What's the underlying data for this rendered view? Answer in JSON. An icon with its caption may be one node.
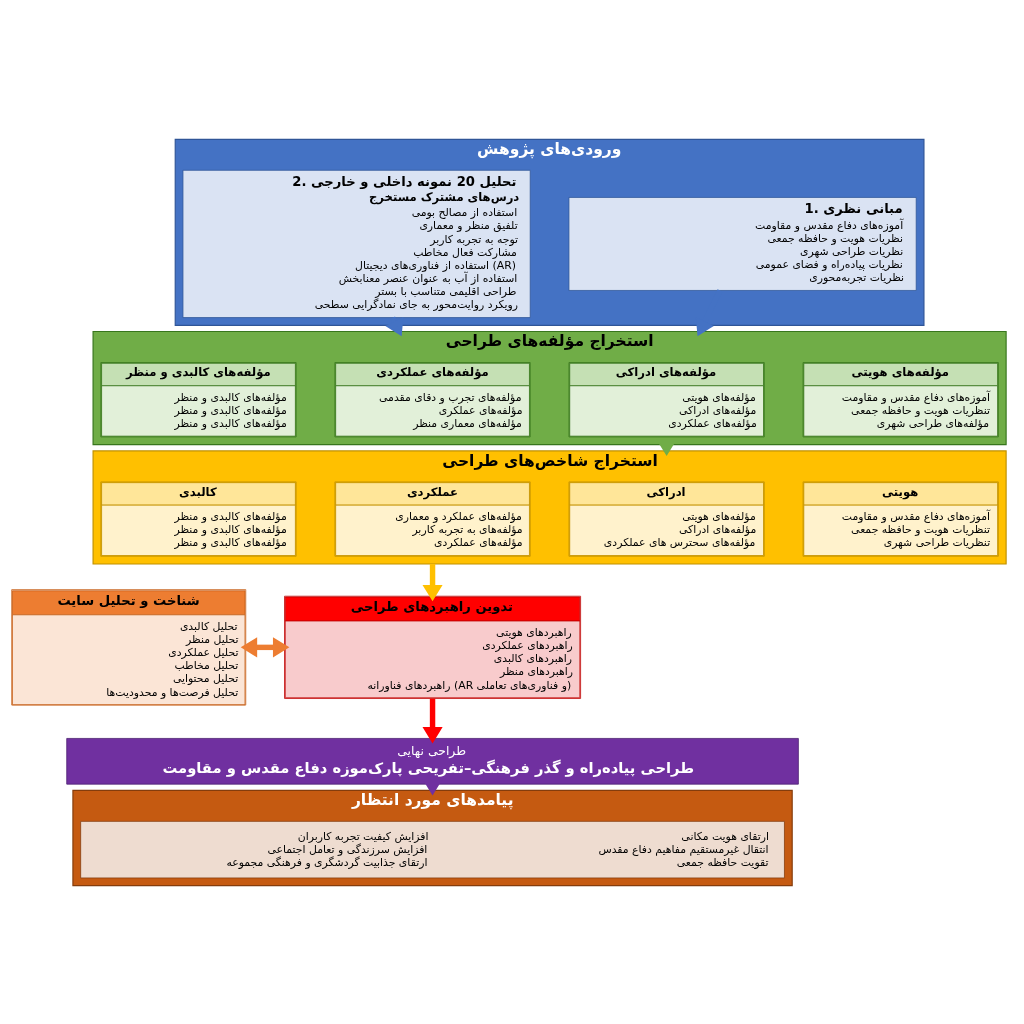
{
  "diagram": {
    "nodes": [
      {
        "text": [
          "ورودی‌های پژوهش"
        ]
      },
      {
        "text": [
          "1. مبانی نظری",
          "آموزه‌های دفاع مقدس و مقاومت",
          "نظریات هویت و حافظه جمعی",
          "نظریات طراحی شهری",
          "نظریات پیاده‌راه و فضای عمومی",
          "نظریات تجربه‌محوری"
        ],
        "in": 0
      },
      {
        "text": [
          "2. تحلیل 20 نمونه داخلی و خارجی",
          "درس‌های مشترک مستخرج",
          "استفاده از مصالح بومی",
          "تلفیق منظر و معماری",
          "توجه به تجربه کاربر",
          "مشارکت فعال مخاطب",
          "استفاده از فناوری‌های دیجیتال (AR)",
          "استفاده از آب به عنوان عنصر معنابخش",
          "طراحی اقلیمی متناسب با بستر",
          "رویکرد روایت‌محور به جای نمادگرایی سطحی"
        ],
        "in": 0
      },
      {
        "text": [
          "استخراج مؤلفه‌های طراحی"
        ]
      },
      {
        "text": [
          "مؤلفه‌های هویتی",
          "آموزه‌های دفاع مقدس و مقاومت",
          "تنظریات هویت و حافظه جمعی",
          "مؤلفه‌های طراحی شهری"
        ],
        "in": 3
      },
      {
        "text": [
          "مؤلفه‌های ادراکی",
          "مؤلفه‌های هویتی",
          "مؤلفه‌های ادراکی",
          "مؤلفه‌های عملکردی"
        ],
        "in": 3
      },
      {
        "text": [
          "مؤلفه‌های عملکردی",
          "مؤلفه‌های تجرب و دقای مقدمی",
          "مؤلفه‌های عملکری",
          "مؤلفه‌های معماری منظر"
        ],
        "in": 3
      },
      {
        "text": [
          "مؤلفه‌های کالبدی و منظر",
          "مؤلفه‌های کالبدی و منظر",
          "مؤلفه‌های کالبدی و منظر",
          "مؤلفه‌های کالبدی و منظر"
        ],
        "in": 3
      },
      {
        "text": [
          "استخراج شاخص‌های طراحی"
        ]
      },
      {
        "text": [
          "هویتی",
          "آموزه‌های دفاع مقدس و مقاومت",
          "تنظریات هویت و حافظه جمعی",
          "تنظریات طراحی شهری"
        ],
        "in": 8
      },
      {
        "text": [
          "ادراکی",
          "مؤلفه‌های هویتی",
          "مؤلفه‌های ادراکی",
          "مؤلفه‌های سحترس های عملکردی"
        ],
        "in": 8
      },
      {
        "text": [
          "عملکردی",
          "مؤلفه‌های عملکرد و معماری",
          "مؤلفه‌های به تجربه کاربر",
          "مؤلفه‌های عملکردی"
        ],
        "in": 8
      },
      {
        "text": [
          "کالبدی",
          "مؤلفه‌های کالبدی و منظر",
          "مؤلفه‌های کالبدی و منظر",
          "مؤلفه‌های کالبدی و منظر"
        ],
        "in": 8
      },
      {
        "text": [
          "تدوین راهبردهای طراحی",
          "راهبردهای هویتی",
          "راهبردهای عملکردی",
          "راهبردهای کالبدی",
          "راهبردهای منظر",
          "راهبردهای فناورانه (AR و فناوری‌های تعاملی)"
        ]
      },
      {
        "text": [
          "شناخت و تحلیل سایت",
          "تحلیل کالبدی",
          "تحلیل منظر",
          "تحلیل عملکردی",
          "تحلیل مخاطب",
          "تحلیل محتوایی",
          "تحلیل فرصت‌ها و محدودیت‌ها"
        ]
      },
      {
        "text": [
          "طراحی نهایی",
          "طراحی پیاده‌راه و گذر فرهنگی–تفریحی پارک‌موزه دفاع مقدس و مقاومت"
        ]
      },
      {
        "text": [
          "پیامدهای مورد انتظار"
        ]
      },
      {
        "text": [
          "ارتقای هویت مکانی",
          "انتقال غیرمستقیم مفاهیم دفاع مقدس",
          "تقویت حافظه جمعی",
          "افزایش کیفیت تجربه کاربران",
          "افزایش سرزندگی و تعامل اجتماعی",
          "ارتقای جذابیت گردشگری و فرهنگی مجموعه"
        ],
        "in": 16
      }
    ],
    "edges": [
      {
        "from": 1,
        "to": 3,
        "arrow": "to",
        "color": "#4472c4"
      },
      {
        "from": 2,
        "to": 3,
        "arrow": "to",
        "color": "#4472c4"
      },
      {
        "from": 3,
        "to": 8,
        "arrow": "to",
        "color": "#70ad47"
      },
      {
        "from": 8,
        "to": 13,
        "arrow": "to",
        "color": "#ffc000"
      },
      {
        "from": 14,
        "to": 13,
        "arrow": "both",
        "color": "#ed7d31"
      },
      {
        "from": 13,
        "to": 15,
        "arrow": "to",
        "color": "#ff0000"
      },
      {
        "from": 15,
        "to": 16,
        "arrow": "to",
        "color": "#7030a0"
      }
    ]
  }
}
